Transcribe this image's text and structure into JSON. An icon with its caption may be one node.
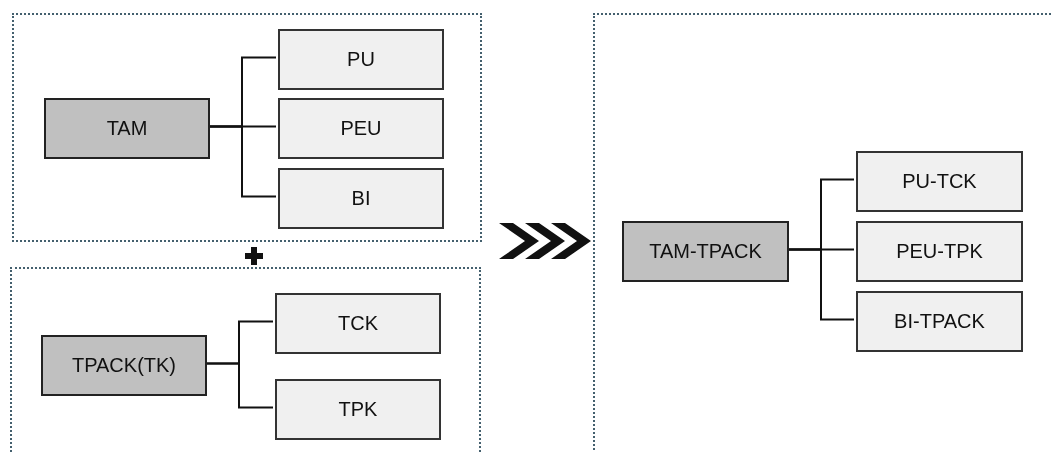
{
  "diagram": {
    "nodes": [
      {
        "text": [],
        "shape": "box"
      },
      {
        "text": [
          "TAM"
        ],
        "in": 0
      },
      {
        "text": [
          "PU"
        ],
        "in": 0
      },
      {
        "text": [
          "PEU"
        ],
        "in": 0
      },
      {
        "text": [
          "BI"
        ],
        "in": 0
      },
      {
        "text": [],
        "shape": "box"
      },
      {
        "text": [
          "TPACK(TK)"
        ],
        "in": 5
      },
      {
        "text": [
          "TCK"
        ],
        "in": 5
      },
      {
        "text": [
          "TPK"
        ],
        "in": 5
      },
      {
        "text": [],
        "shape": "box"
      },
      {
        "text": [
          "TAM-TPACK"
        ],
        "in": 9
      },
      {
        "text": [
          "PU-TCK"
        ],
        "in": 9
      },
      {
        "text": [
          "PEU-TPK"
        ],
        "in": 9
      },
      {
        "text": [
          "BI-TPACK"
        ],
        "in": 9
      }
    ],
    "edges": [
      {
        "from": 1,
        "to": 2,
        "arrow": "none"
      },
      {
        "from": 1,
        "to": 3,
        "arrow": "none"
      },
      {
        "from": 1,
        "to": 4,
        "arrow": "none"
      },
      {
        "from": 6,
        "to": 7,
        "arrow": "none"
      },
      {
        "from": 6,
        "to": 8,
        "arrow": "none"
      },
      {
        "from": 10,
        "to": 11,
        "arrow": "none"
      },
      {
        "from": 10,
        "to": 12,
        "arrow": "none"
      },
      {
        "from": 10,
        "to": 13,
        "arrow": "none"
      },
      {
        "from": null,
        "to": 9,
        "arrow": "to"
      }
    ]
  }
}
